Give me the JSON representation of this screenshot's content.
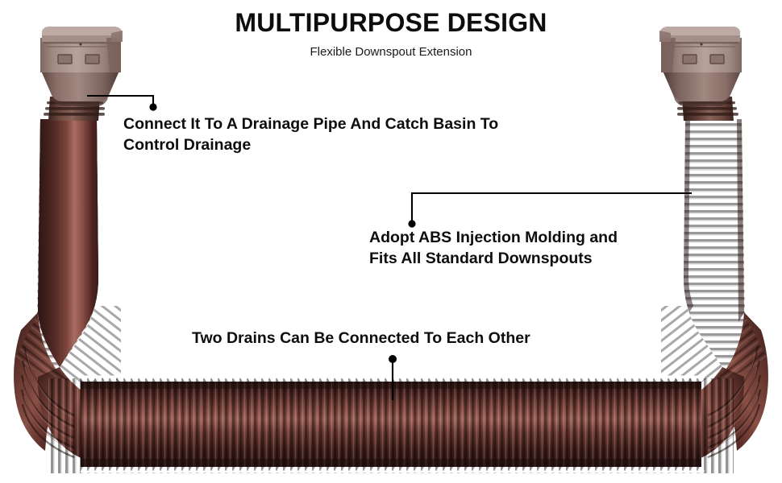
{
  "header": {
    "title": "MULTIPURPOSE DESIGN",
    "subtitle": "Flexible Downspout Extension"
  },
  "callouts": [
    {
      "id": "callout-1",
      "text": "Connect It To A Drainage Pipe And Catch Basin To\nControl Drainage"
    },
    {
      "id": "callout-2",
      "text": "Adopt ABS Injection Molding and\nFits All Standard Downspouts"
    },
    {
      "id": "callout-3",
      "text": "Two Drains Can Be Connected To Each Other"
    }
  ],
  "product": {
    "name": "flexible-downspout-extension",
    "description": "Brown corrugated flexible downspout extension with two rectangular ABS connector heads",
    "colors": {
      "background": "#ffffff",
      "connector_light": "#b5a09b",
      "connector_mid": "#8d736d",
      "connector_dark": "#6a514b",
      "tube_dark": "#3c1d1a",
      "tube_mid": "#5d2e28",
      "tube_light": "#8e5349",
      "tube_highlight": "#b9847a",
      "leader_line": "#000000",
      "text": "#0d0d0d"
    }
  }
}
